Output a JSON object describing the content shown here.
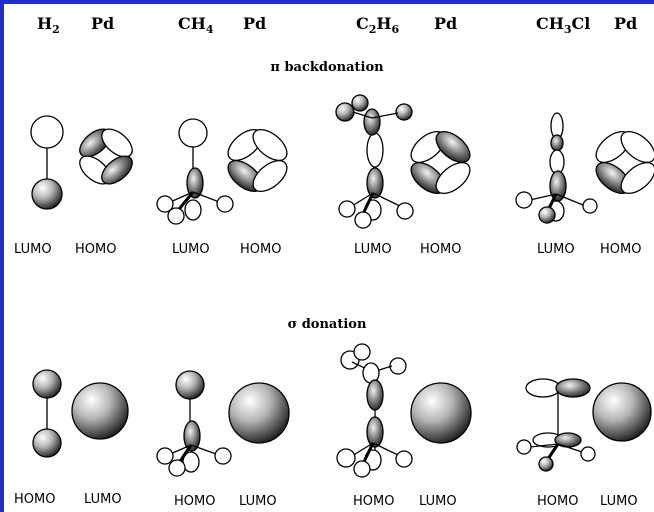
{
  "headers": {
    "h2": {
      "base": "H",
      "sub": "2"
    },
    "pd1": "Pd",
    "ch4": {
      "base": "CH",
      "sub": "4"
    },
    "pd2": "Pd",
    "c2h6": {
      "pre": "C",
      "sub1": "2",
      "mid": "H",
      "sub2": "6"
    },
    "pd3": "Pd",
    "ch3cl": {
      "base": "CH",
      "sub": "3",
      "post": "Cl"
    },
    "pd4": "Pd"
  },
  "sections": {
    "pi": "π backdonation",
    "sigma": "σ donation"
  },
  "labels": {
    "pi_row": [
      "LUMO",
      "HOMO",
      "LUMO",
      "HOMO",
      "LUMO",
      "HOMO",
      "LUMO",
      "HOMO"
    ],
    "sigma_row": [
      "HOMO",
      "LUMO",
      "HOMO",
      "LUMO",
      "HOMO",
      "LUMO",
      "HOMO",
      "LUMO"
    ]
  }
}
